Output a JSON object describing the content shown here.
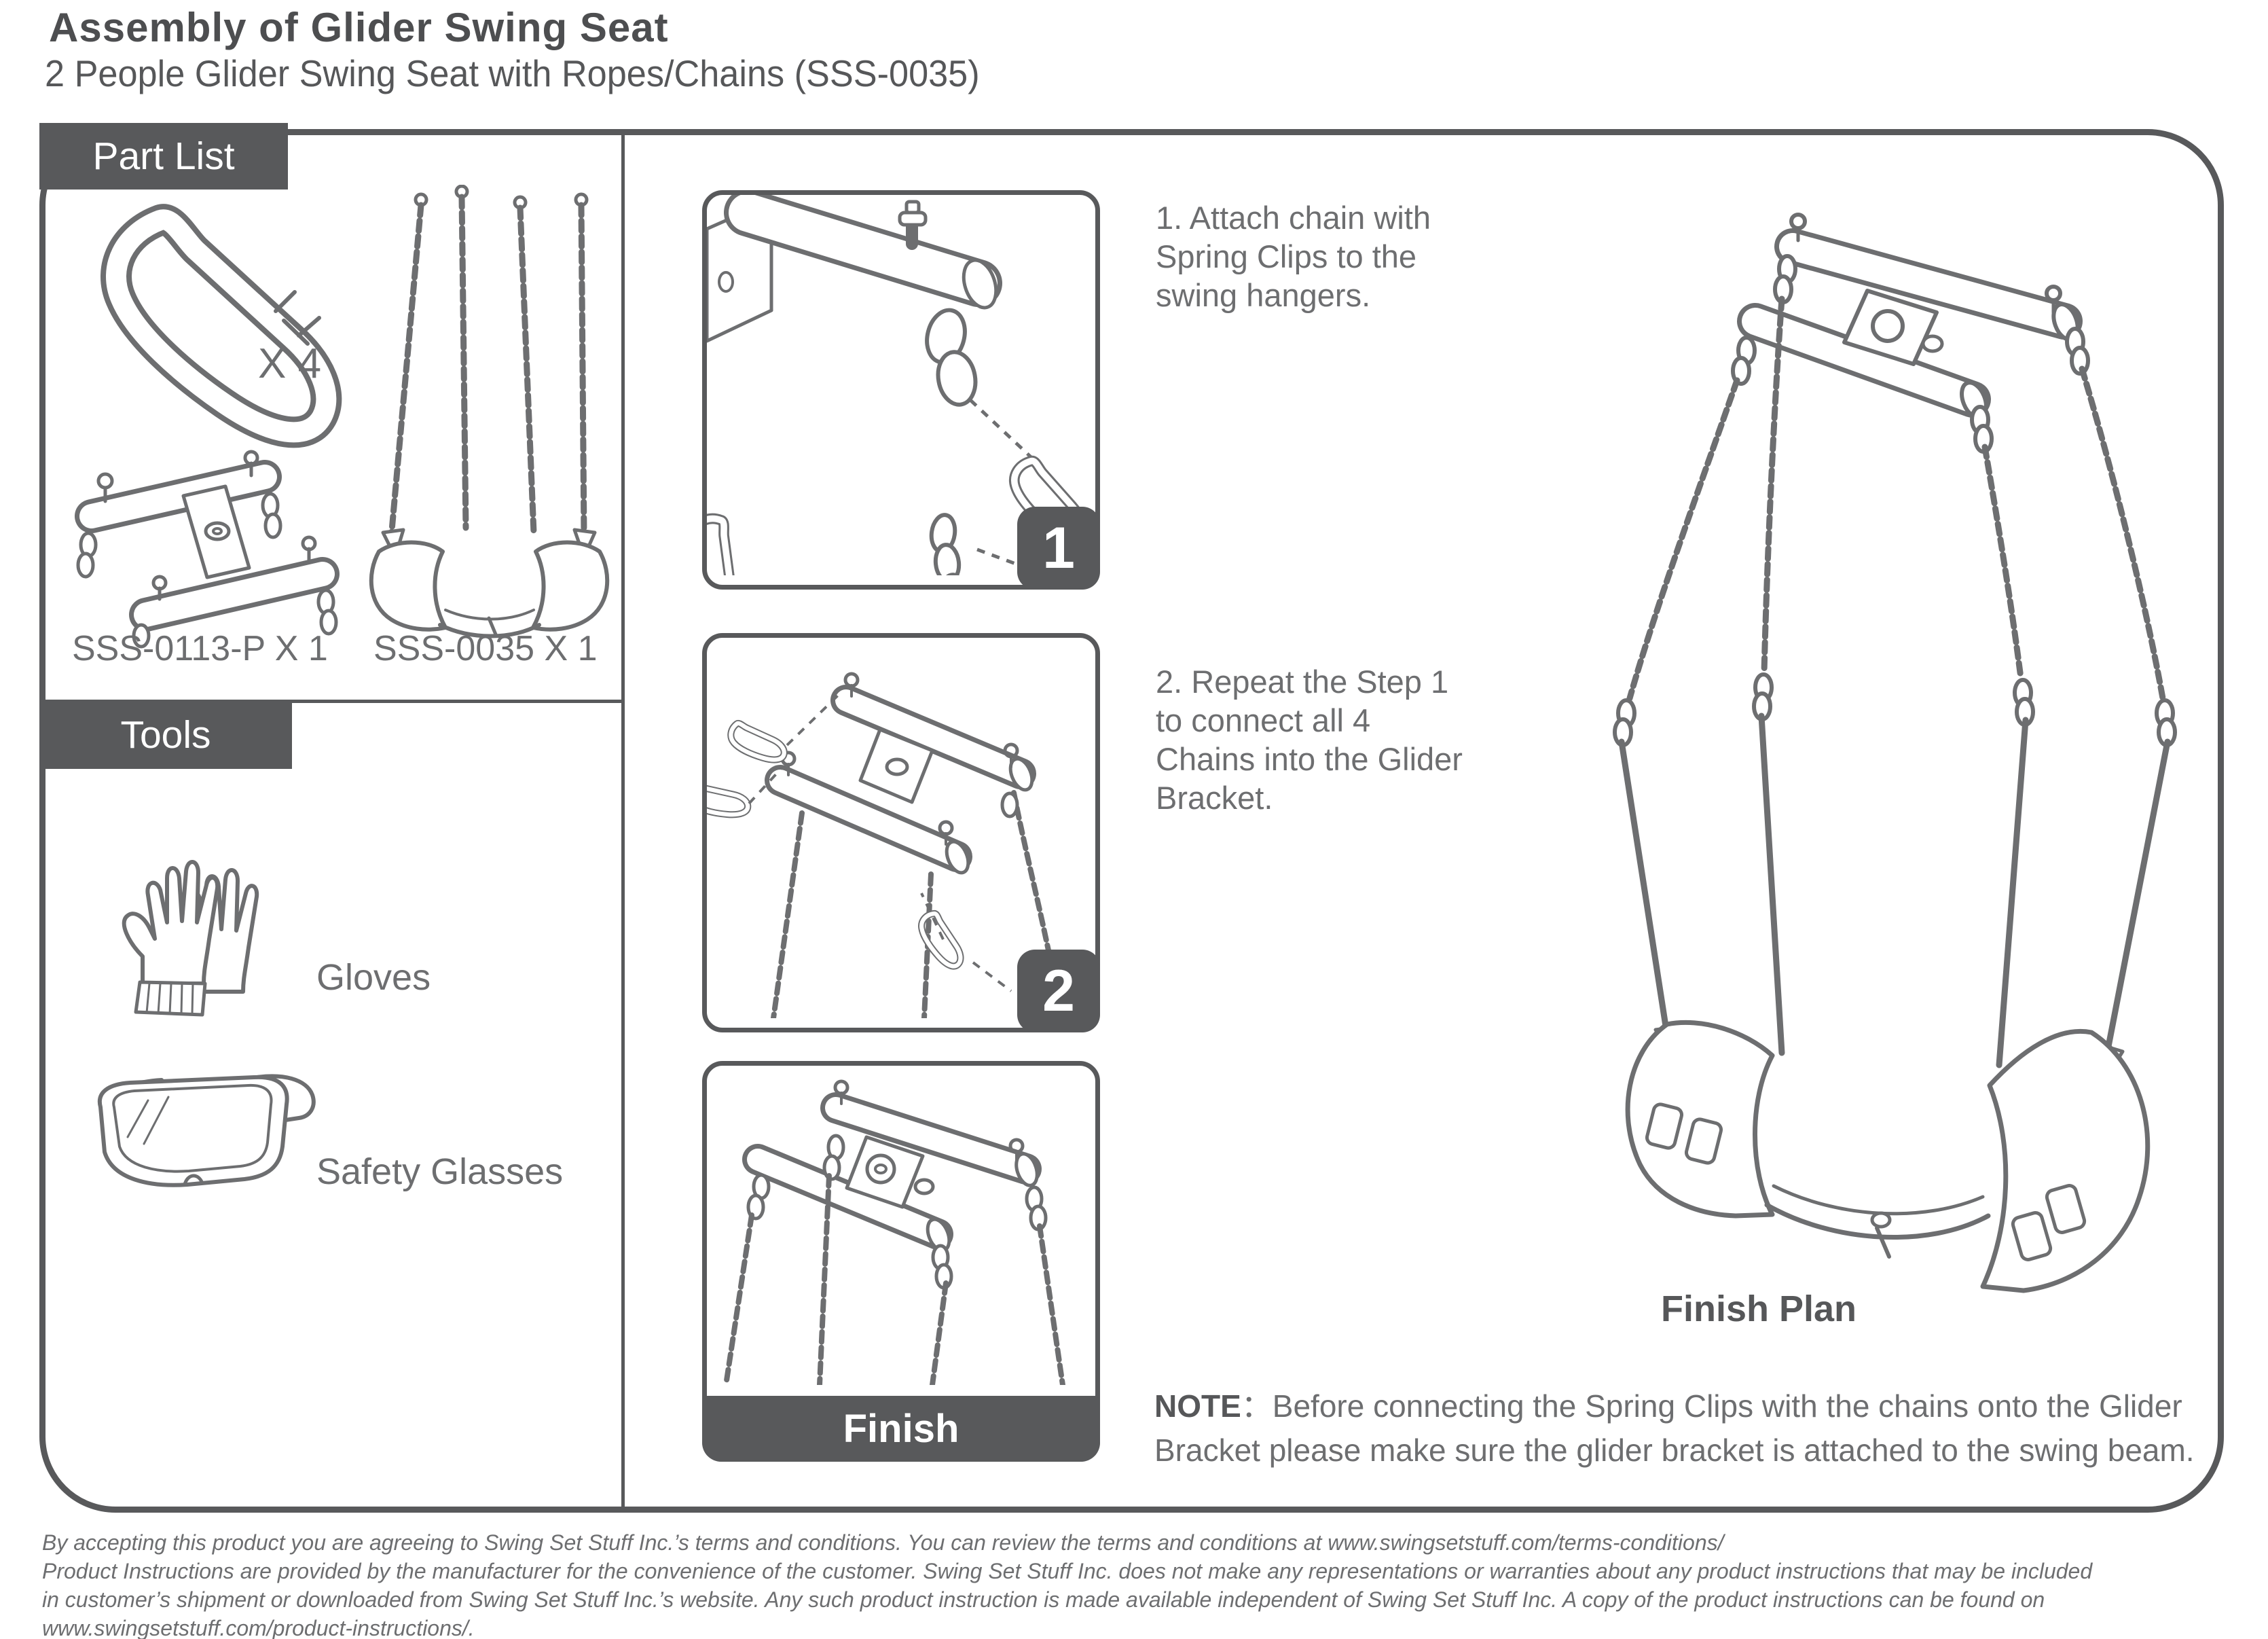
{
  "colors": {
    "accent": "#58595b",
    "line": "#6d6e70"
  },
  "header": {
    "title": "Assembly of Glider Swing Seat",
    "subtitle": "2 People Glider Swing Seat with Ropes/Chains (SSS-0035)"
  },
  "part_list": {
    "heading": "Part List",
    "carabiner_qty": "X 4",
    "bracket_label": "SSS-0113-P X 1",
    "seat_label": "SSS-0035 X 1"
  },
  "tools": {
    "heading": "Tools",
    "items": [
      {
        "label": "Gloves"
      },
      {
        "label": "Safety Glasses"
      }
    ]
  },
  "steps": [
    {
      "badge": "1",
      "lines": [
        "1. Attach chain with",
        "Spring Clips to the",
        "swing hangers."
      ]
    },
    {
      "badge": "2",
      "lines": [
        "2. Repeat the Step 1",
        "to connect all 4",
        "Chains into the Glider",
        "Bracket."
      ]
    }
  ],
  "finish": {
    "label": "Finish"
  },
  "finish_plan": {
    "label": "Finish Plan"
  },
  "note": {
    "label": "NOTE",
    "separator": "：",
    "line1": "Before connecting the Spring Clips with the chains onto the Glider",
    "line2": "Bracket please make sure the glider bracket is attached to the swing beam."
  },
  "footer": {
    "lines": [
      "By accepting this product you are agreeing to Swing Set Stuff Inc.’s terms and conditions. You can review the terms and conditions at www.swingsetstuff.com/terms-conditions/",
      "Product Instructions are provided by the manufacturer for the convenience of the customer. Swing Set Stuff Inc. does not make any representations or warranties about any product instructions that may be included",
      "in customer’s shipment or downloaded from Swing Set Stuff Inc.’s website. Any such product instruction is made available independent of Swing Set Stuff Inc.  A copy of the product instructions can be found on",
      "www.swingsetstuff.com/product-instructions/."
    ]
  }
}
